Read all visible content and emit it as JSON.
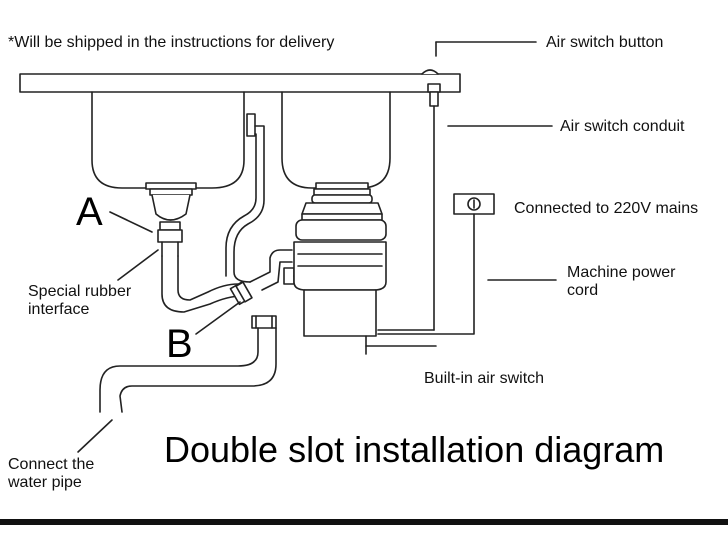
{
  "note": "*Will be shipped in the instructions for delivery",
  "title": "Double slot installation diagram",
  "letters": {
    "a": "A",
    "b": "B"
  },
  "labels": {
    "air_switch_button": "Air switch button",
    "air_switch_conduit": "Air switch conduit",
    "mains": "Connected to 220V mains",
    "power_cord": "Machine power cord",
    "builtin_switch": "Built-in air switch",
    "rubber_interface": "Special rubber interface",
    "water_pipe": "Connect the water pipe"
  },
  "colors": {
    "line": "#222222",
    "bottom_bar": "#111111"
  }
}
